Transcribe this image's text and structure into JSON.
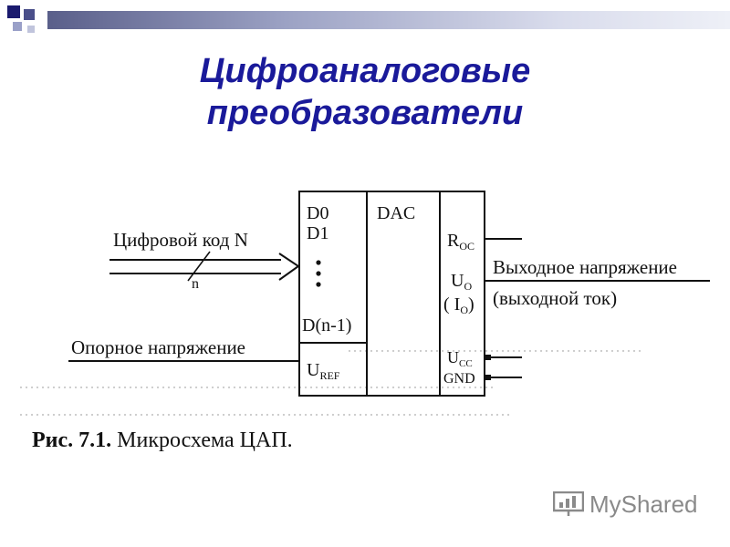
{
  "title": {
    "line1": "Цифроаналоговые",
    "line2": "преобразователи"
  },
  "diagram": {
    "pins_left": [
      "D0",
      "D1",
      "D(n-1)"
    ],
    "dac_label": "DAC",
    "u_ref": {
      "main": "U",
      "sub": "REF"
    },
    "r_oc": {
      "main": "R",
      "sub": "OC"
    },
    "u_o": {
      "main": "U",
      "sub": "O"
    },
    "i_o": {
      "open": "( I",
      "sub": "O",
      "close": ")"
    },
    "u_cc": {
      "main": "U",
      "sub": "CC"
    },
    "gnd": "GND",
    "input_label": "Цифровой код N",
    "bus_label": "n",
    "ref_label": "Опорное напряжение",
    "output_label_1": "Выходное напряжение",
    "output_label_2": "(выходной ток)"
  },
  "caption": {
    "prefix": "Рис. 7.1.",
    "text": "Микросхема ЦАП."
  },
  "watermark": {
    "text": "MyShared"
  },
  "colors": {
    "title": "#1a1a9a",
    "accent_dark": "#1a1a6e",
    "accent_mid": "#4a4f8a",
    "watermark": "#8a8a8a"
  }
}
